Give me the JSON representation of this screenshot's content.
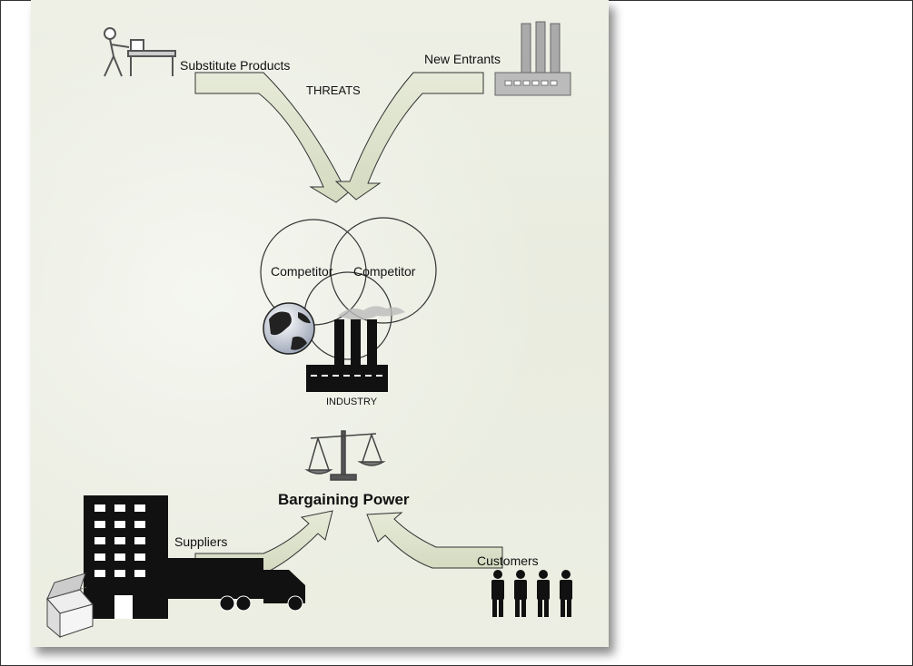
{
  "diagram": {
    "labels": {
      "substitute_products": "Substitute Products",
      "new_entrants": "New Entrants",
      "threats": "THREATS",
      "competitor_left": "Competitor",
      "competitor_right": "Competitor",
      "industry": "INDUSTRY",
      "bargaining_power": "Bargaining Power",
      "suppliers": "Suppliers",
      "customers": "Customers"
    },
    "icons": {
      "substitute": "worker-conveyor-icon",
      "entrants": "factory-icon",
      "globe": "globe-icon",
      "industry": "factory-smoke-icon",
      "scale": "balance-scale-icon",
      "suppliers": "office-building-truck-icon",
      "customers": "people-icon"
    },
    "colors": {
      "arrow_fill": "#dfe5cf",
      "arrow_stroke": "#333333",
      "silhouette": "#111111"
    }
  }
}
